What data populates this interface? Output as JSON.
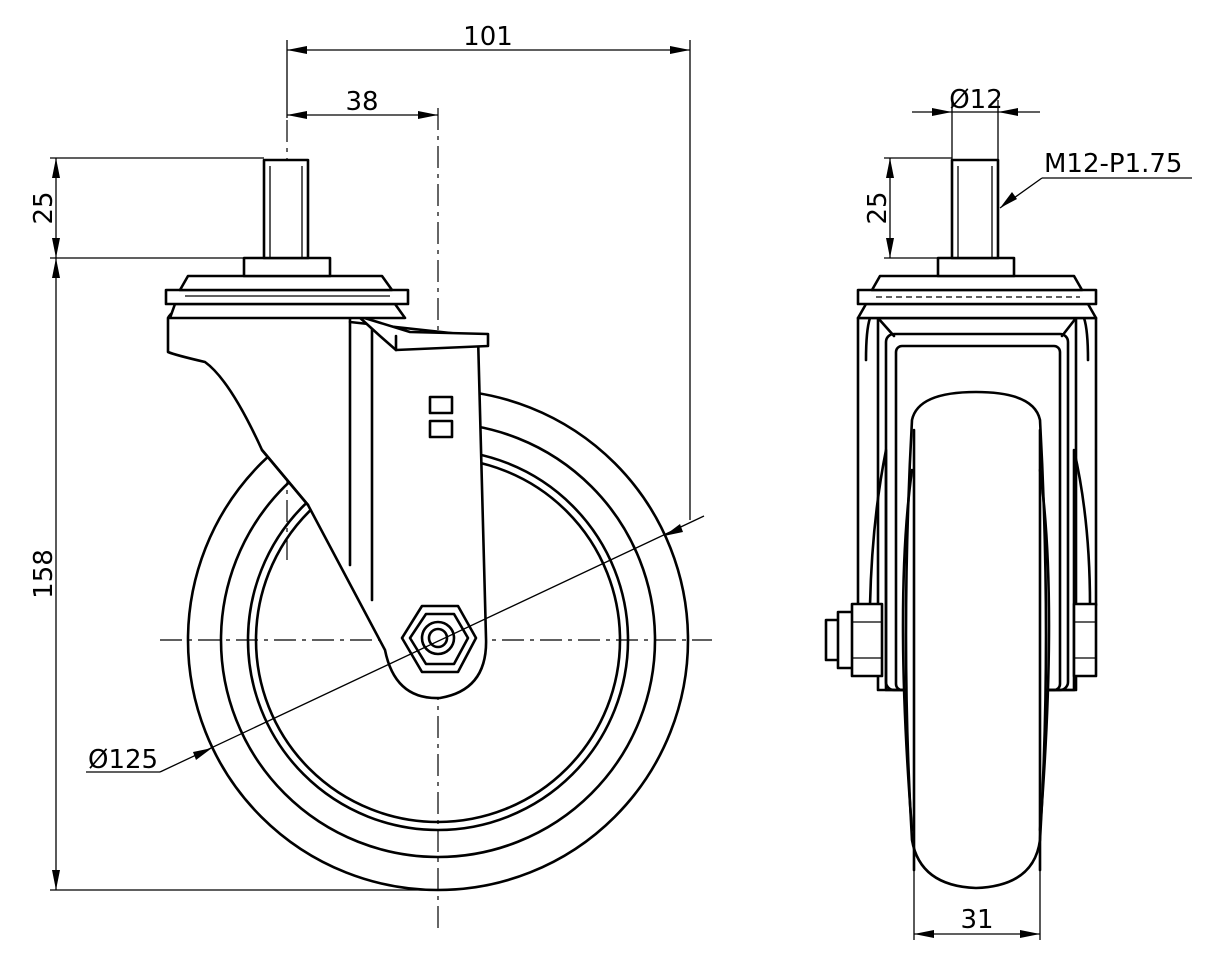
{
  "dimensions": {
    "overall_width": "101",
    "stem_offset": "38",
    "stem_length_side": "25",
    "total_height": "158",
    "wheel_diameter": "Ø125",
    "stem_diameter": "Ø12",
    "stem_length_front": "25",
    "thread_spec": "M12-P1.75",
    "wheel_width": "31"
  }
}
